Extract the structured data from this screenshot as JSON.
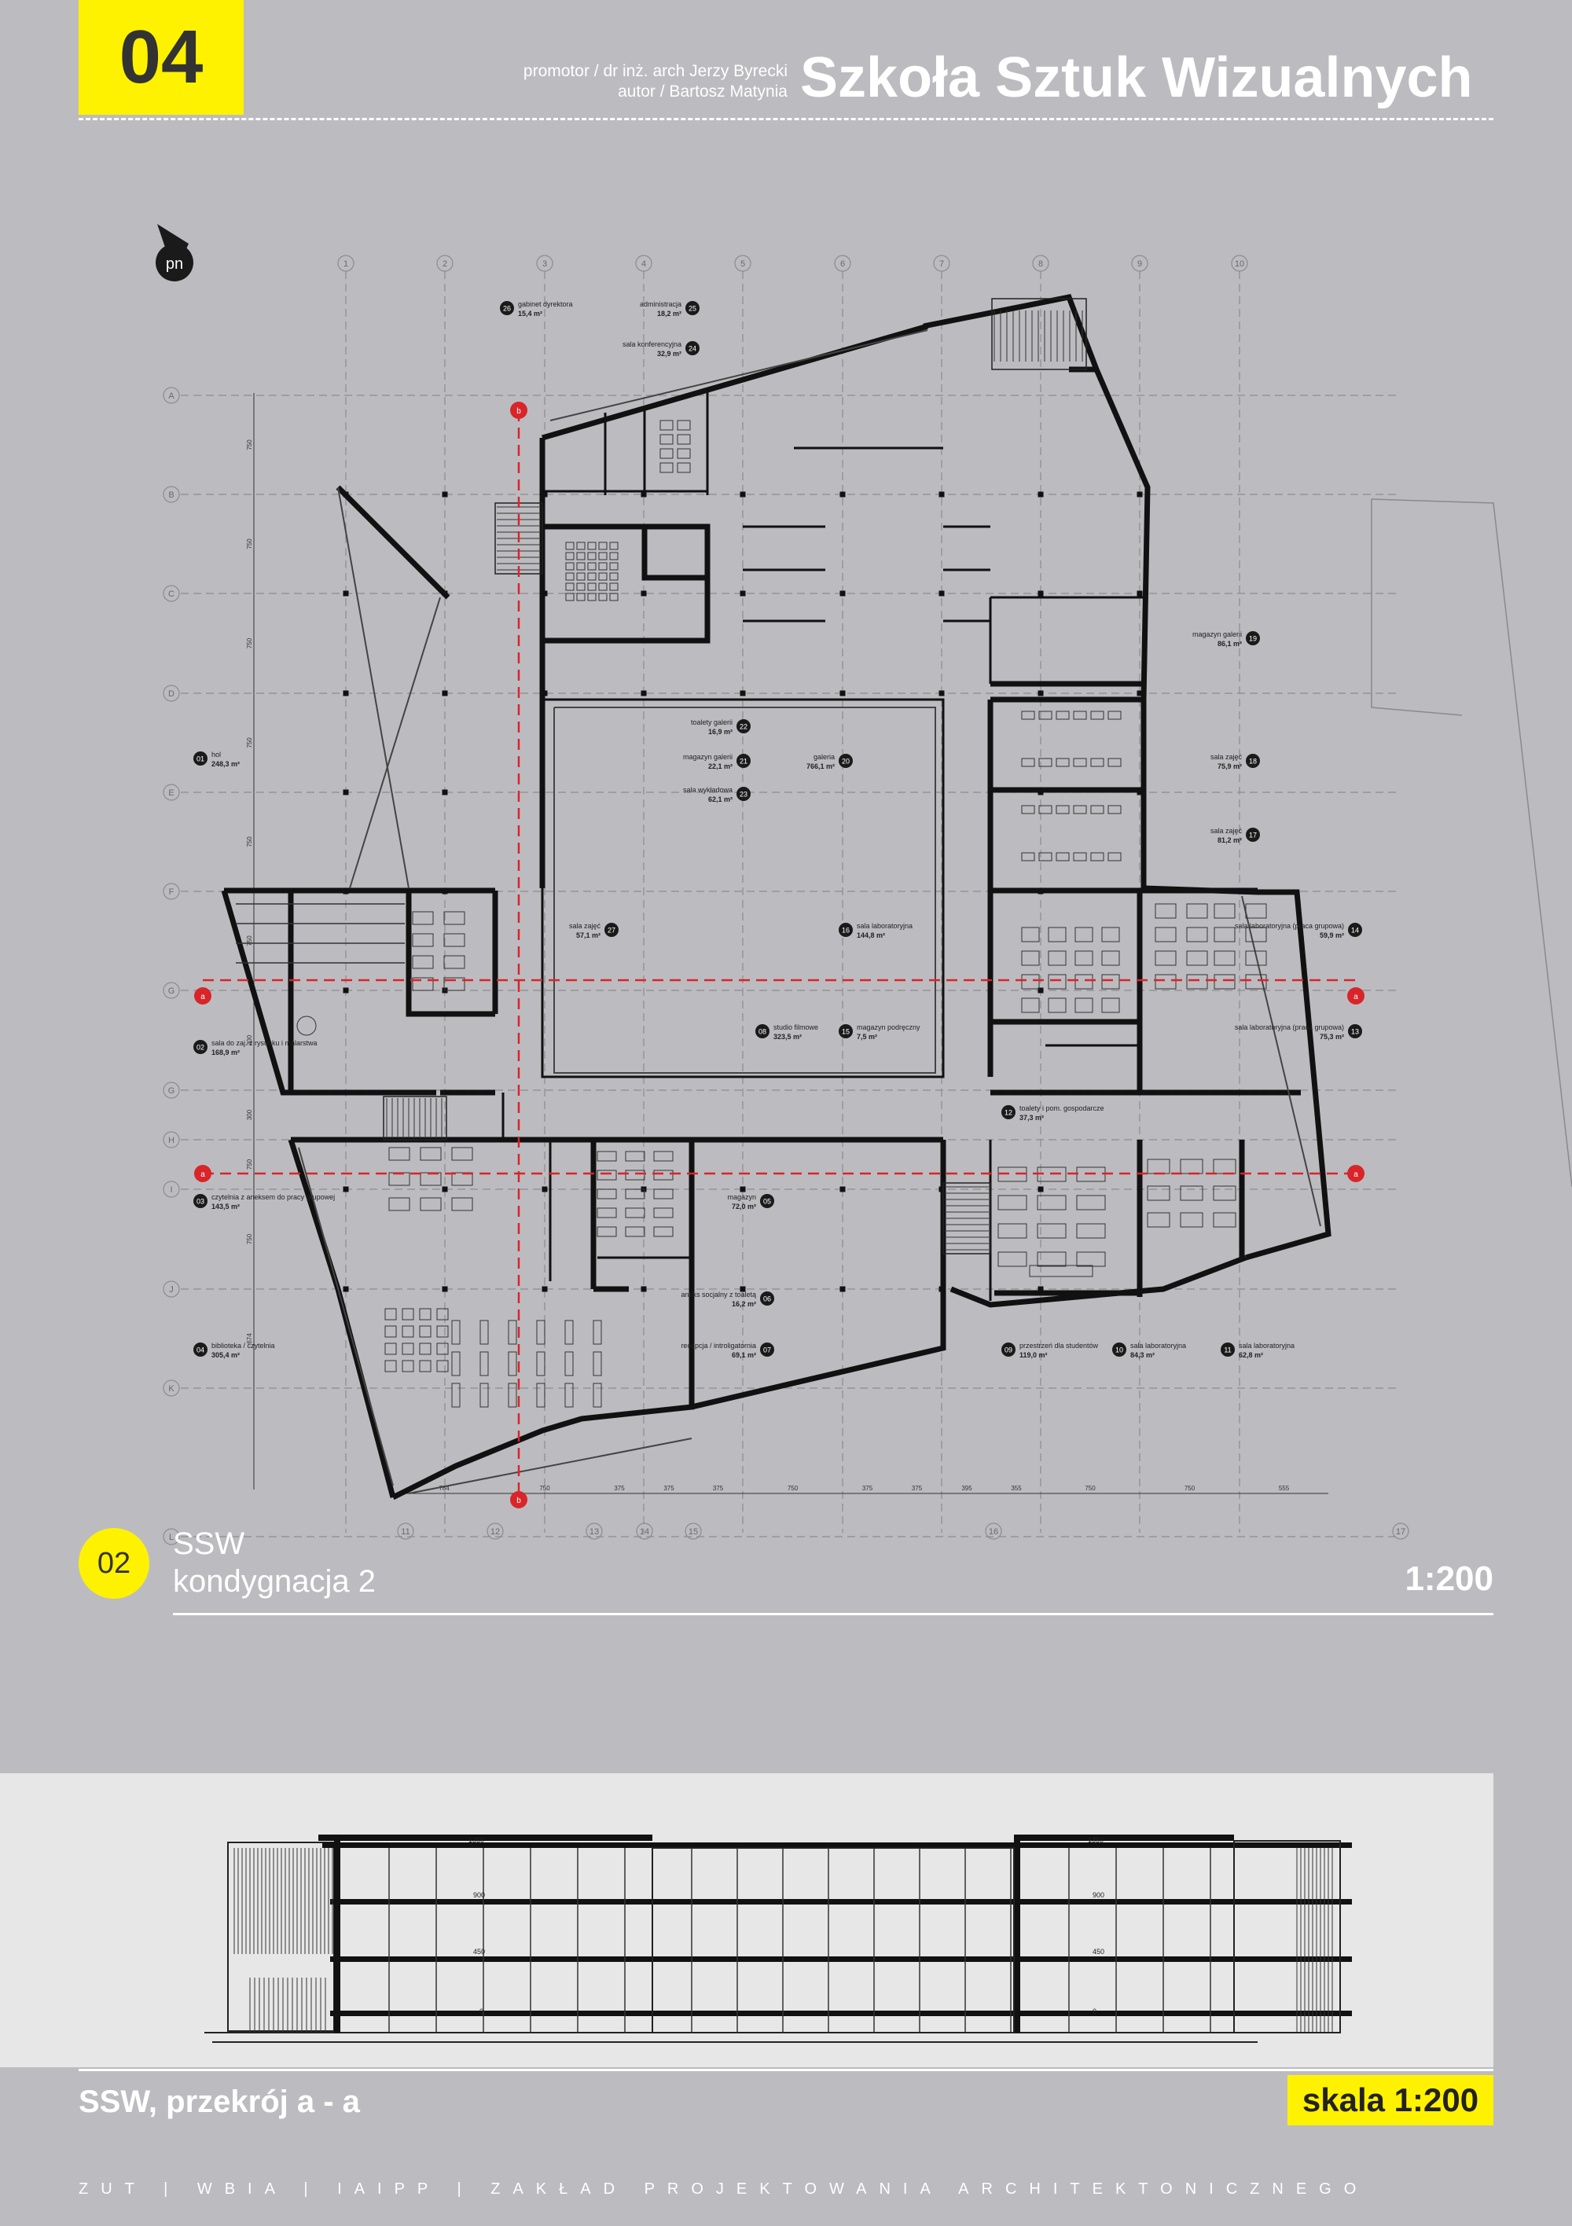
{
  "header": {
    "sheet_number": "04",
    "promotor": "promotor / dr inż. arch Jerzy Byrecki",
    "author": "autor / Bartosz Matynia",
    "title": "Szkoła Sztuk Wizualnych"
  },
  "north_label": "pn",
  "grid": {
    "columns": [
      "1",
      "2",
      "3",
      "4",
      "5",
      "6",
      "7",
      "8",
      "9",
      "10"
    ],
    "rows": [
      "A",
      "B",
      "C",
      "D",
      "E",
      "F",
      "G",
      "G",
      "H",
      "I",
      "J",
      "K",
      "L"
    ],
    "bottom_axes": [
      "11",
      "12",
      "13",
      "14",
      "15",
      "16",
      "17"
    ],
    "dimensions_left": [
      "750",
      "750",
      "750",
      "750",
      "750",
      "750",
      "300",
      "300",
      "750",
      "750",
      "674"
    ],
    "dimensions_bottom": [
      "784",
      "750",
      "375",
      "375",
      "375",
      "750",
      "375",
      "375",
      "395",
      "355",
      "750",
      "750",
      "555"
    ],
    "section_marks": [
      "a",
      "b"
    ]
  },
  "rooms": [
    {
      "num": "01",
      "name": "hol",
      "area": "248,3 m²"
    },
    {
      "num": "02",
      "name": "sala do zaj. z rysunku i malarstwa",
      "area": "168,9 m²"
    },
    {
      "num": "03",
      "name": "czytelnia z aneksem do pracy grupowej",
      "area": "143,5 m²"
    },
    {
      "num": "04",
      "name": "biblioteka / czytelnia",
      "area": "305,4 m²"
    },
    {
      "num": "05",
      "name": "magazyn",
      "area": "72,0 m²"
    },
    {
      "num": "06",
      "name": "aneks socjalny z toaletą",
      "area": "16,2 m²"
    },
    {
      "num": "07",
      "name": "recepcja / introligatornia",
      "area": "69,1 m²"
    },
    {
      "num": "08",
      "name": "studio filmowe",
      "area": "323,5 m²"
    },
    {
      "num": "09",
      "name": "przestrzeń dla studentów",
      "area": "119,0 m²"
    },
    {
      "num": "10",
      "name": "sala laboratoryjna",
      "area": "84,3 m²"
    },
    {
      "num": "11",
      "name": "sala laboratoryjna",
      "area": "62,8 m²"
    },
    {
      "num": "12",
      "name": "toalety i pom. gospodarcze",
      "area": "37,3 m²"
    },
    {
      "num": "13",
      "name": "sala laboratoryjna (praca grupowa)",
      "area": "75,3 m²"
    },
    {
      "num": "14",
      "name": "sala laboratoryjna (praca grupowa)",
      "area": "59,9 m²"
    },
    {
      "num": "15",
      "name": "magazyn podręczny",
      "area": "7,5 m²"
    },
    {
      "num": "16",
      "name": "sala laboratoryjna",
      "area": "144,8 m²"
    },
    {
      "num": "17",
      "name": "sala zajęć",
      "area": "81,2 m²"
    },
    {
      "num": "18",
      "name": "sala zajęć",
      "area": "75,9 m²"
    },
    {
      "num": "19",
      "name": "magazyn galerii",
      "area": "86,1 m²"
    },
    {
      "num": "20",
      "name": "galeria",
      "area": "766,1 m²"
    },
    {
      "num": "21",
      "name": "magazyn galerii",
      "area": "22,1 m²"
    },
    {
      "num": "22",
      "name": "toalety galerii",
      "area": "16,9 m²"
    },
    {
      "num": "23",
      "name": "sala wykładowa",
      "area": "62,1 m²"
    },
    {
      "num": "24",
      "name": "sala konferencyjna",
      "area": "32,9 m²"
    },
    {
      "num": "25",
      "name": "administracja",
      "area": "18,2 m²"
    },
    {
      "num": "26",
      "name": "gabinet dyrektora",
      "area": "15,4 m²"
    },
    {
      "num": "27",
      "name": "sala zajęć",
      "area": "57,1 m²"
    }
  ],
  "floor": {
    "badge": "02",
    "code": "SSW",
    "name": "kondygnacja 2",
    "scale": "1:200"
  },
  "section": {
    "levels": [
      "1350",
      "900",
      "450",
      "0"
    ],
    "title": "SSW, przekrój a - a",
    "scale": "skala 1:200"
  },
  "footer": "ZUT | WBIA | IAIPP | ZAKŁAD PROJEKTOWANIA ARCHITEKTONICZNEGO"
}
